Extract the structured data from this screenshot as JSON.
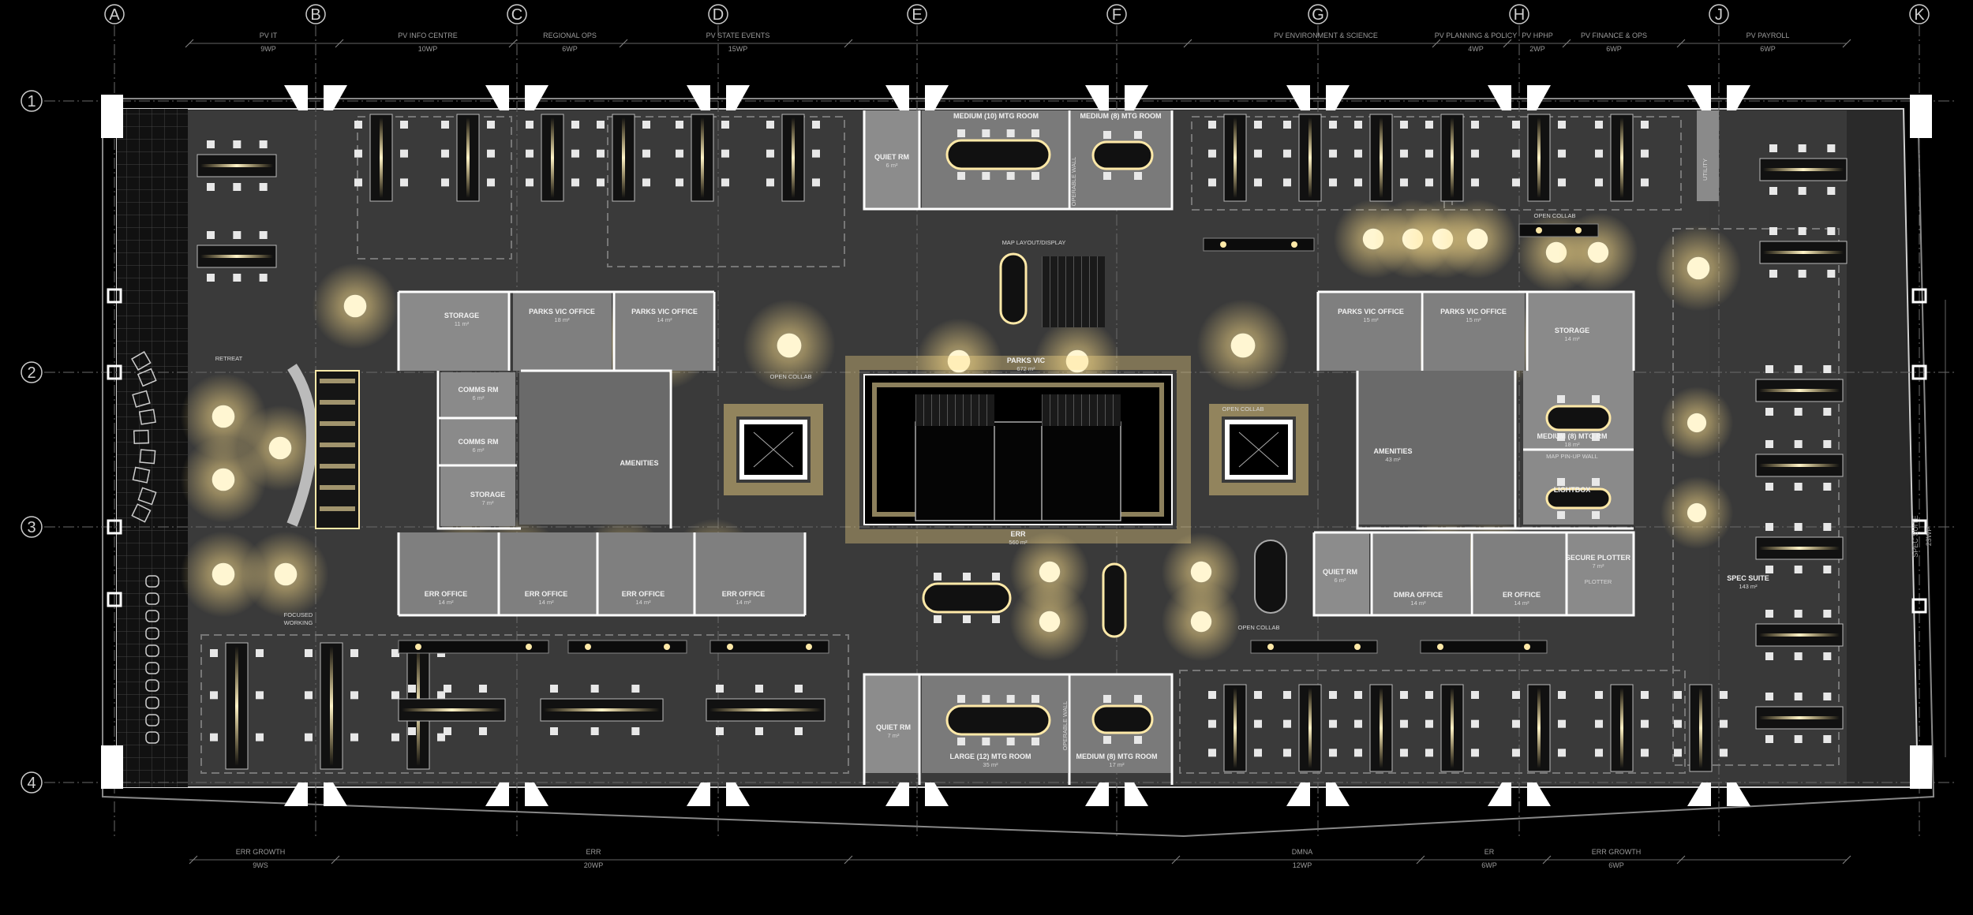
{
  "grid": {
    "columns": [
      "A",
      "B",
      "C",
      "D",
      "E",
      "F",
      "G",
      "H",
      "J",
      "K"
    ],
    "rows": [
      "1",
      "2",
      "3",
      "4"
    ]
  },
  "top_dims": [
    {
      "label": "PV IT",
      "count": "9WP"
    },
    {
      "label": "PV INFO CENTRE",
      "count": "10WP"
    },
    {
      "label": "REGIONAL OPS",
      "count": "6WP"
    },
    {
      "label": "PV STATE EVENTS",
      "count": "15WP"
    },
    {
      "label": "PV ENVIRONMENT & SCIENCE",
      "count": ""
    },
    {
      "label": "PV PLANNING & POLICY",
      "count": "4WP"
    },
    {
      "label": "PV HPHP",
      "count": "2WP"
    },
    {
      "label": "PV FINANCE & OPS",
      "count": "6WP"
    },
    {
      "label": "PV PAYROLL",
      "count": "6WP"
    }
  ],
  "bottom_dims": [
    {
      "label": "ERR GROWTH",
      "count": "9WS"
    },
    {
      "label": "ERR",
      "count": "20WP"
    },
    {
      "label": "DMNA",
      "count": "12WP"
    },
    {
      "label": "ER",
      "count": "6WP"
    },
    {
      "label": "ERR GROWTH",
      "count": "6WP"
    }
  ],
  "right_dim": {
    "label": "SPEC SUITE",
    "count": "23WP"
  },
  "rooms": {
    "quiet_top": {
      "name": "QUIET RM",
      "area": "6 m²"
    },
    "mtg10": {
      "name": "MEDIUM (10) MTG ROOM",
      "area": ""
    },
    "mtg8_top": {
      "name": "MEDIUM (8) MTG ROOM",
      "area": ""
    },
    "operable_top": {
      "name": "OPERABLE WALL"
    },
    "map_layout": {
      "name": "MAP LAYOUT/DISPLAY"
    },
    "storage_left": {
      "name": "STORAGE",
      "area": "11 m²"
    },
    "pv_office_1": {
      "name": "PARKS VIC OFFICE",
      "area": "18 m²"
    },
    "pv_office_2": {
      "name": "PARKS VIC OFFICE",
      "area": "14 m²"
    },
    "pv_office_3": {
      "name": "PARKS VIC OFFICE",
      "area": "15 m²"
    },
    "pv_office_4": {
      "name": "PARKS VIC OFFICE",
      "area": "15 m²"
    },
    "storage_right": {
      "name": "STORAGE",
      "area": "14 m²"
    },
    "open_collab_top": {
      "name": "OPEN COLLAB"
    },
    "retreat": {
      "name": "RETREAT"
    },
    "comms_1": {
      "name": "COMMS RM",
      "area": "6 m²"
    },
    "comms_2": {
      "name": "COMMS RM",
      "area": "6 m²"
    },
    "storage_small": {
      "name": "STORAGE",
      "area": "7 m²"
    },
    "amenities_left": {
      "name": "AMENITIES",
      "area": ""
    },
    "open_collab_left": {
      "name": "OPEN COLLAB"
    },
    "parks_vic": {
      "name": "PARKS VIC",
      "area": "672 m²"
    },
    "open_collab_right": {
      "name": "OPEN COLLAB"
    },
    "amenities_right": {
      "name": "AMENITIES",
      "area": "43 m²"
    },
    "mtg8_right": {
      "name": "MEDIUM (8) MTG RM",
      "area": "18 m²"
    },
    "map_pin": {
      "name": "MAP PIN-UP WALL"
    },
    "lightbox": {
      "name": "LIGHTBOX"
    },
    "err": {
      "name": "ERR",
      "area": "560 m²"
    },
    "err_office_1": {
      "name": "ERR OFFICE",
      "area": "14 m²"
    },
    "err_office_2": {
      "name": "ERR OFFICE",
      "area": "14 m²"
    },
    "err_office_3": {
      "name": "ERR OFFICE",
      "area": "14 m²"
    },
    "err_office_4": {
      "name": "ERR OFFICE",
      "area": "14 m²"
    },
    "focused": {
      "name": "FOCUSED",
      "name2": "WORKING"
    },
    "quiet_mid": {
      "name": "QUIET RM",
      "area": "6 m²"
    },
    "dmra_office": {
      "name": "DMRA OFFICE",
      "area": "14 m²"
    },
    "er_office": {
      "name": "ER OFFICE",
      "area": "14 m²"
    },
    "secure_plotter": {
      "name": "SECURE PLOTTER",
      "area": "7 m²"
    },
    "plotter": {
      "name": "PLOTTER"
    },
    "open_collab_mid": {
      "name": "OPEN COLLAB"
    },
    "spec_suite": {
      "name": "SPEC SUITE",
      "area": "143 m²"
    },
    "utility": {
      "name": "UTILITY"
    },
    "quiet_bottom": {
      "name": "QUIET RM",
      "area": "7 m²"
    },
    "mtg12": {
      "name": "LARGE (12) MTG ROOM",
      "area": "35 m²"
    },
    "operable_bottom": {
      "name": "OPERABLE WALL"
    },
    "mtg8_bottom": {
      "name": "MEDIUM (8) MTG ROOM",
      "area": "17 m²"
    }
  },
  "colors": {
    "glow": "#ffe9a8",
    "floor": "#3c3c3c",
    "wall": "#ffffff",
    "background": "#000000"
  }
}
